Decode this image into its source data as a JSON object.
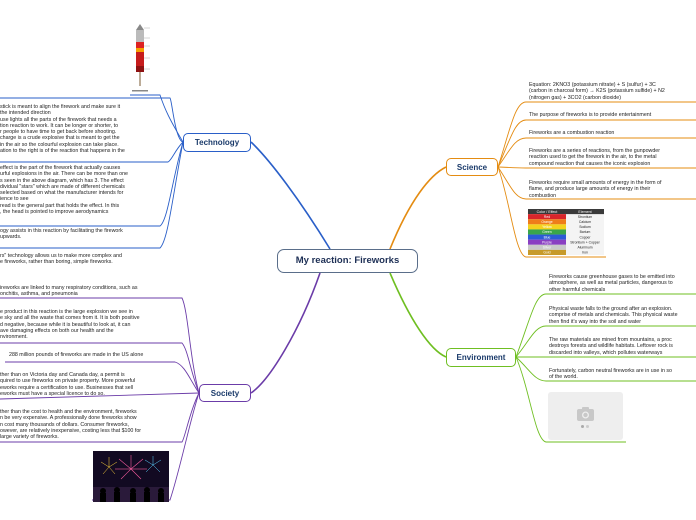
{
  "central": {
    "title": "My reaction: Fireworks"
  },
  "categories": {
    "technology": "Technology",
    "society": "Society",
    "science": "Science",
    "environment": "Environment"
  },
  "technology": {
    "items": [
      "stick is meant to align the firework and make sure it\nthe intended direction\nuse lights all the parts of the firework that needs a\ntion reaction to work. It can be longer or shorter, to\nr people to have time to get back before shooting.\ncharge is a crude explosive that is meant to get the\nin the air so the colourful explosion can take place.\nation to the right is of the reaction that happens in the",
      "effect is the part of the firework that actually causes\nurful explosions in the air. There can be more than one\ns seen in the above diagram, which has 3. The effect\ndividual \"stars\" which are made of different chemicals\nselected based on what the manufacturer intends for\nience to see\nread is the general part that holds the effect. In this\n, the head is pointed to improve aerodynamics",
      "ogy assists in this reaction by facilitating the firework\nupwards.",
      "rs\" technology allows us to make more complex and\ne fireworks, rather than boring, simple fireworks."
    ]
  },
  "society": {
    "items": [
      "ireworks are linked to many respiratory conditions, such as\nonchitis, asthma, and pneumonia",
      "e product in this reaction is the large explosion we see in\ne sky and all the waste that comes from it. It is both positive\nd negative, because while it is beautiful to look at, it can\nave damaging effects on both our health and the\nnvironment.",
      "288 million pounds of fireworks are made in the US alone",
      "ther than on Victoria day and Canada day, a permit is\nquired to use fireworks on private property. More powerful\neworks require a certification to use. Businesses that sell\neworks must have a special licence to do so.",
      "ther than the cost to health and the environment, fireworks\nn be very expensive. A professionally done fireworks show\nn cost many thousands of dollars. Consumer fireworks,\nowever, are relatively inexpensive, costing less that $100 for\nlarge variety of fireworks."
    ]
  },
  "science": {
    "items": [
      "Equation: 2KNO3 (potassium nitrate) + S (sulfur) + 3C\n(carbon in charcoal form) → K2S (potassium sulfide) + N2\n(nitrogen gas) + 3CO2 (carbon dioxide)",
      "The purpose of fireworks is to provide entertainment",
      "Fireworks are a combustion reaction",
      "Fireworks are a series of reactions, from the gunpowder\nreaction used to get the firework in the air, to the metal\ncompound reaction that causes the iconic explosion",
      "Fireworks require small amounts of energy in the form of\nflame, and produce large amounts of energy in their\ncombustion"
    ],
    "color_table": {
      "headers": [
        "Color / Effect",
        "Element"
      ],
      "rows": [
        [
          "Red",
          "Strontium"
        ],
        [
          "Orange",
          "Calcium"
        ],
        [
          "Yellow",
          "Sodium"
        ],
        [
          "Green",
          "Barium"
        ],
        [
          "Blue",
          "Copper"
        ],
        [
          "Purple",
          "Strontium + Copper"
        ],
        [
          "Silver",
          "Aluminum"
        ],
        [
          "Gold",
          "Iron"
        ]
      ]
    }
  },
  "environment": {
    "items": [
      "Fireworks cause greenhouse gases to be emitted into\natmosphere, as well as metal particles, dangerous to\nother harmful chemicals",
      "Physical waste falls to the ground after an explosion.\ncomprise of metals and chemicals. This physical waste\nthen find it's way into the soil and water",
      "The raw materials are mined from mountains, a proc\ndestroys forests and wildlife habitats. Leftover rock is\ndiscarded into valleys, which pollutes waterways",
      "Fortunately, carbon neutral fireworks are in use in so\nof the world."
    ]
  },
  "colors": {
    "technology": "#2a5fc8",
    "society": "#6b3ca8",
    "science": "#e48c12",
    "environment": "#6fbf22"
  }
}
